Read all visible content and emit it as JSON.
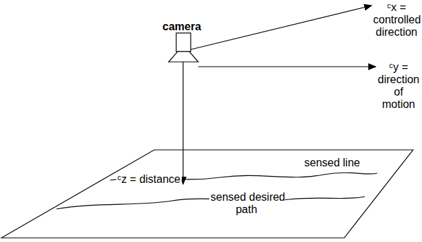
{
  "diagram": {
    "labels": [
      "camera",
      "ᶜx = controlled direction",
      "ᶜy = direction of motion",
      "ᶜz = distance",
      "sensed line",
      "sensed desired path"
    ]
  }
}
